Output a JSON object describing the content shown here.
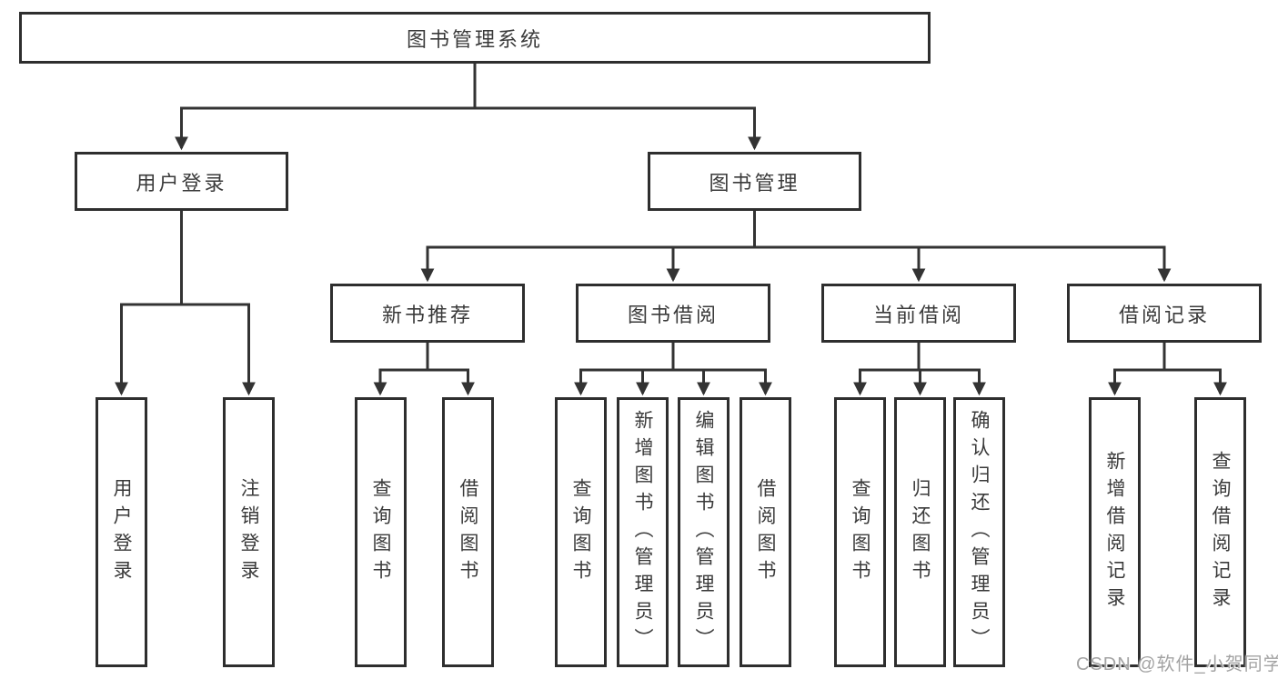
{
  "colors": {
    "background": "#ffffff",
    "line": "#333333",
    "box_border": "#2e2e2e",
    "text": "#3a3a3a",
    "watermark": "#a3a3a3"
  },
  "root": {
    "label": "图书管理系统"
  },
  "branches": [
    {
      "label": "用户登录",
      "children": [
        {
          "label": "用户登录"
        },
        {
          "label": "注销登录"
        }
      ]
    },
    {
      "label": "图书管理",
      "children": [
        {
          "label": "新书推荐",
          "children": [
            {
              "label": "查询图书"
            },
            {
              "label": "借阅图书"
            }
          ]
        },
        {
          "label": "图书借阅",
          "children": [
            {
              "label": "查询图书"
            },
            {
              "label": "新增图书（管理员）"
            },
            {
              "label": "编辑图书（管理员）"
            },
            {
              "label": "借阅图书"
            }
          ]
        },
        {
          "label": "当前借阅",
          "children": [
            {
              "label": "查询图书"
            },
            {
              "label": "归还图书"
            },
            {
              "label": "确认归还（管理员）"
            }
          ]
        },
        {
          "label": "借阅记录",
          "children": [
            {
              "label": "新增借阅记录"
            },
            {
              "label": "查询借阅记录"
            }
          ]
        }
      ]
    }
  ],
  "watermark": {
    "text": "CSDN @软件_小贺同学"
  }
}
